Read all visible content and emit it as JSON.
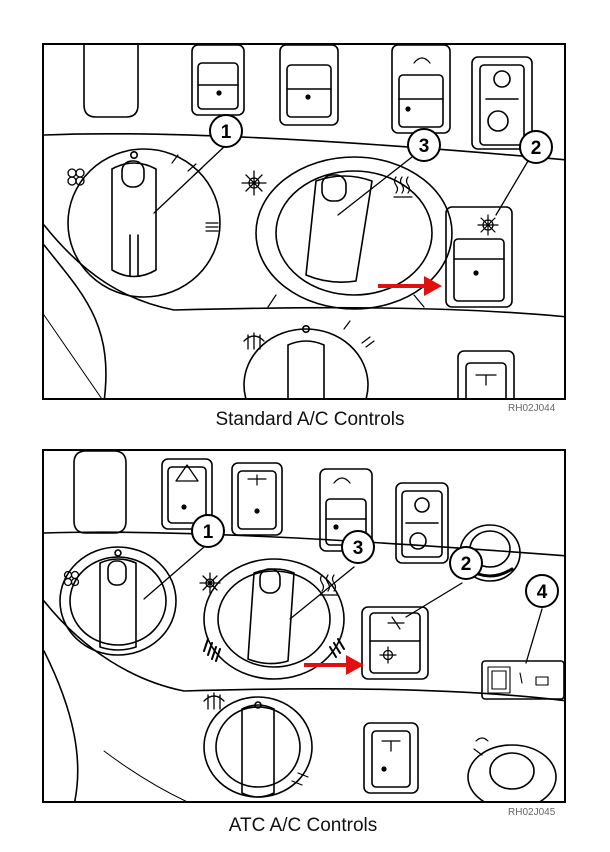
{
  "figures": [
    {
      "caption": "Standard A/C Controls",
      "ref": "RH02J044",
      "callouts": [
        "1",
        "3",
        "2"
      ]
    },
    {
      "caption": "ATC A/C Controls",
      "ref": "RH02J045",
      "callouts": [
        "1",
        "3",
        "2",
        "4"
      ]
    }
  ],
  "colors": {
    "arrow": "#e01010",
    "line": "#000000"
  },
  "icons": [
    "fan-icon",
    "ac-snowflake-icon",
    "heat-icon",
    "defrost-icon",
    "mirror-icon",
    "hazard-icon"
  ]
}
